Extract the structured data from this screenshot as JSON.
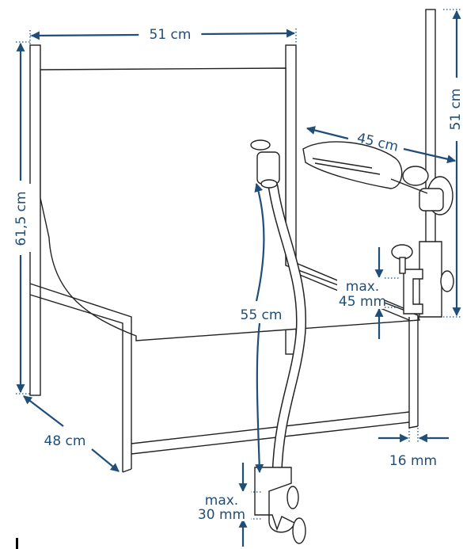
{
  "dimensions": {
    "frame_width": "51 cm",
    "frame_height": "61,5 cm",
    "frame_depth": "48 cm",
    "gooseneck_length": "55 cm",
    "lamp_arm_length": "45 cm",
    "lamp_pole_height": "51 cm",
    "lamp_clamp_max_line1": "max.",
    "lamp_clamp_max_line2": "45 mm",
    "gooseneck_clamp_max_line1": "max.",
    "gooseneck_clamp_max_line2": "30 mm",
    "tube_diameter": "16 mm"
  },
  "colors": {
    "annotation": "#1f4e79",
    "drawing": "#222222"
  }
}
